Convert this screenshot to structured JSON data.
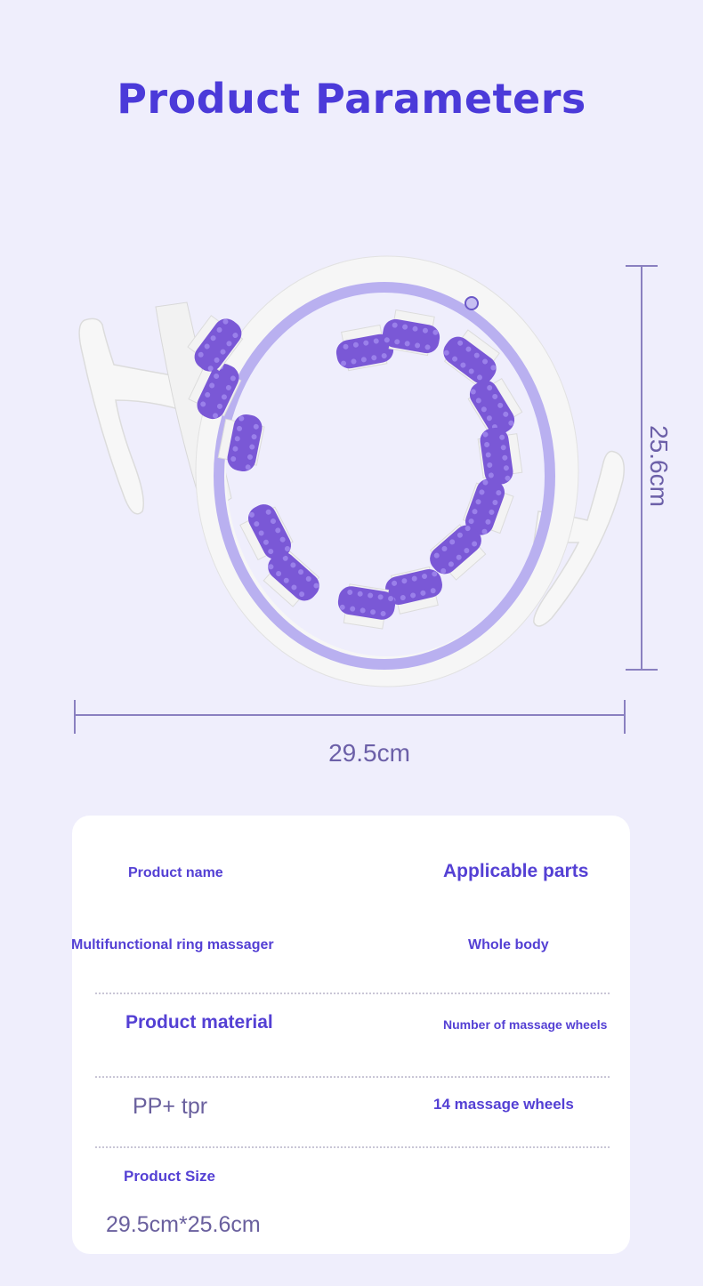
{
  "title": "Product Parameters",
  "dimensions": {
    "height": "25.6cm",
    "width": "29.5cm"
  },
  "colors": {
    "accent": "#4b3ad9",
    "roller": "#7a58d6",
    "ring": "#b8aef0",
    "background": "#efeefc"
  },
  "specs": {
    "product_name_label": "Product name",
    "product_name_value": "Multifunctional ring massager",
    "applicable_parts_label": "Applicable parts",
    "applicable_parts_value": "Whole body",
    "material_label": "Product material",
    "material_value": "PP+ tpr",
    "wheels_label": "Number of massage wheels",
    "wheels_value": "14 massage wheels",
    "size_label": "Product Size",
    "size_value": "29.5cm*25.6cm"
  }
}
